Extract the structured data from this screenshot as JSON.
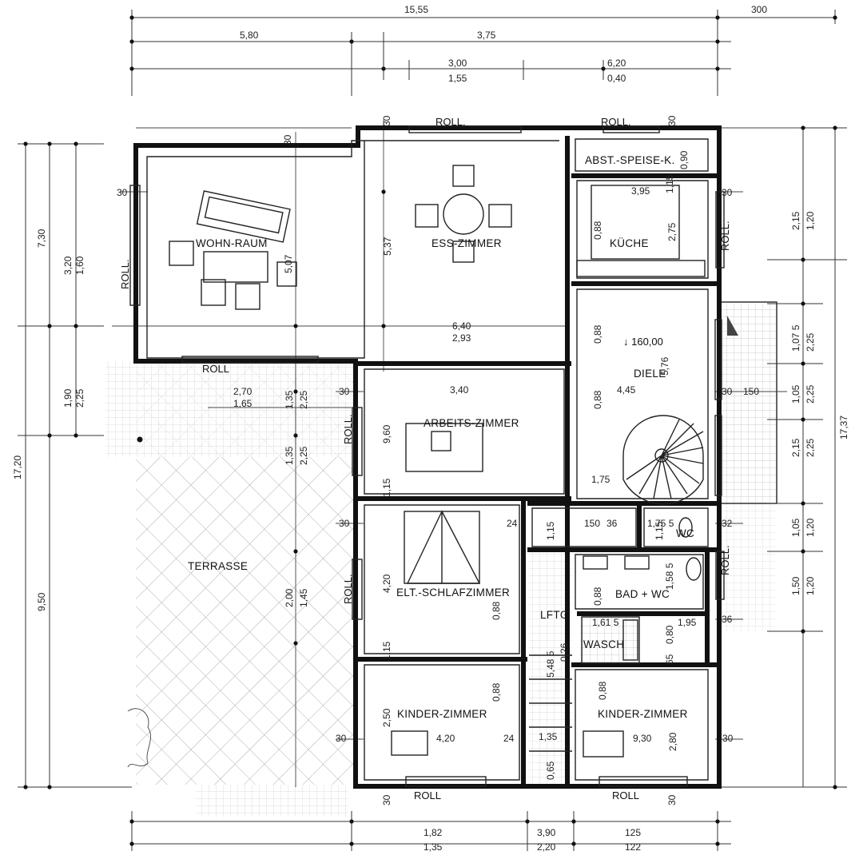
{
  "rooms": {
    "wohnraum": "WOHN-RAUM",
    "esszimmer": "ESS-ZIMMER",
    "speise": "ABST.-SPEISE-K.",
    "kueche": "KÜCHE",
    "diele": "DIELE",
    "arbeitszimmer": "ARBEITS-ZIMMER",
    "terrasse": "TERRASSE",
    "schlafzimmer": "ELT.-SCHLAFZIMMER",
    "wc": "WC",
    "bad": "BAD + WC",
    "wasch": "WASCH",
    "lftg": "LFTG",
    "kinder1": "KINDER-ZIMMER",
    "kinder2": "KINDER-ZIMMER"
  },
  "shutters": {
    "roll_top_left": "ROLL.",
    "roll_top_right": "ROLL.",
    "roll_wohn_left": "ROLL.",
    "roll_wohn_bottom": "ROLL",
    "roll_arbeits": "ROLL.",
    "roll_schlaf": "ROLL.",
    "roll_kueche": "ROLL.",
    "roll_bad": "ROLL.",
    "roll_bottom_left": "ROLL",
    "roll_bottom_right": "ROLL"
  },
  "level": "↓ 160,00",
  "dims_top": {
    "total": "15,55",
    "right": "300",
    "a": "5,80",
    "b": "3,75",
    "c1": "3,00",
    "c2": "1,55",
    "d1": "6,20",
    "d2": "0,40"
  },
  "dims_bottom": {
    "a1": "1,82",
    "a2": "1,35",
    "b1": "3,90",
    "b2": "2,20",
    "c1": "125",
    "c2": "122"
  },
  "dims_left": {
    "total": "17,20",
    "upper": "7,30",
    "lower": "9,50",
    "u1": "3,20",
    "u2": "1,60",
    "m1": "1,90",
    "m2": "2,25"
  },
  "dims_right": {
    "total": "17,37",
    "r1a": "2,15",
    "r1b": "1,20",
    "r2a": "1,07 5",
    "r2b": "2,25",
    "r3a": "1,05",
    "r3b": "2,25",
    "r4a": "2,15",
    "r4b": "2,25",
    "r5a": "1,05",
    "r5b": "1,20",
    "r6a": "1,50",
    "r6b": "1,20"
  },
  "dims_inner": {
    "t30a": "30",
    "t30b": "30",
    "t30c": "30",
    "w30": "30",
    "e537": "5,37",
    "w507": "5,07",
    "e640": "6,40",
    "e293": "2,93",
    "s090": "0,90",
    "k395": "3,95",
    "k275": "2,75",
    "k088": "0,88",
    "k115": "1,15",
    "r30": "30",
    "t270": "2,70",
    "t165": "1,65",
    "v135a": "1,35",
    "v225a": "2,25",
    "a340": "3,40",
    "a960": "9,60",
    "a30": "30",
    "a115": "1,15",
    "d088a": "0,88",
    "d576": "5,76",
    "d445": "4,45",
    "d088b": "0,88",
    "d175": "1,75",
    "d30": "30",
    "d150": "150",
    "v135b": "1,35",
    "v225b": "2,25",
    "v200": "2,00",
    "v145": "1,45",
    "s30": "30",
    "s24": "24",
    "s420": "4,20",
    "s115": "1,15",
    "s088": "0,88",
    "h115": "1,15",
    "h150": "150",
    "h36": "36",
    "h115b": "1,15",
    "h1755": "1,75 5",
    "h32": "32",
    "b088": "0,88",
    "b1585": "1,58 5",
    "b1615": "1,61 5",
    "b195": "1,95",
    "b080": "0,80",
    "b36": "36",
    "b65": "65",
    "f5485": "5,48 5",
    "f026": "0,26",
    "k1_250": "2,50",
    "k1_420": "4,20",
    "k1_088": "0,88",
    "k1_30": "30",
    "k1_24": "24",
    "k135": "1,35",
    "k065": "0,65",
    "k2_088": "0,88",
    "k2_930": "9,30",
    "k2_280": "2,80",
    "k2_30": "30",
    "b30a": "30",
    "b30b": "30"
  }
}
